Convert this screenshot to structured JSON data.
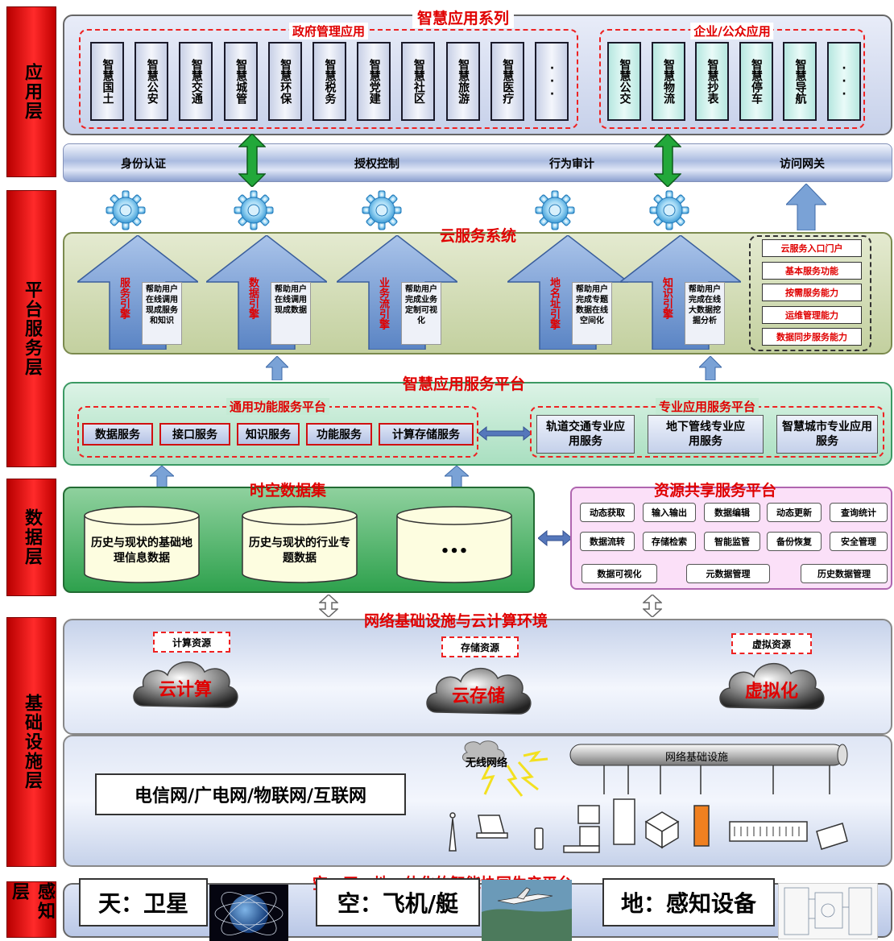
{
  "layers": {
    "app": "应用层",
    "platform": "平台服务层",
    "data": "数据层",
    "infra": "基础设施层",
    "sensing": "感知层"
  },
  "app_layer": {
    "title": "智慧应用系列",
    "gov_title": "政府管理应用",
    "gov_apps": [
      "智慧国土",
      "智慧公安",
      "智慧交通",
      "智慧城管",
      "智慧环保",
      "智慧税务",
      "智慧党建",
      "智慧社区",
      "智慧旅游",
      "智慧医疗",
      "···"
    ],
    "ent_title": "企业/公众应用",
    "ent_apps": [
      "智慧公交",
      "智慧物流",
      "智慧抄表",
      "智慧停车",
      "智慧导航",
      "···"
    ]
  },
  "access_bar": [
    "身份认证",
    "授权控制",
    "行为审计",
    "访问网关"
  ],
  "cloud_service": {
    "title": "云服务系统",
    "engines": [
      {
        "name": "服务引擎",
        "note": "帮助用户在线调用现成服务和知识"
      },
      {
        "name": "数据引擎",
        "note": "帮助用户在线调用现成数据"
      },
      {
        "name": "业务流引擎",
        "note": "帮助用户完成业务定制可视化"
      },
      {
        "name": "地名址引擎",
        "note": "帮助用户完成专题数据在线空间化"
      },
      {
        "name": "知识引擎",
        "note": "帮助用户完成在线大数据挖掘分析"
      }
    ],
    "capabilities": [
      "云服务入口门户",
      "基本服务功能",
      "按需服务能力",
      "运维管理能力",
      "数据同步服务能力"
    ]
  },
  "app_platform": {
    "title": "智慧应用服务平台",
    "general_title": "通用功能服务平台",
    "general": [
      "数据服务",
      "接口服务",
      "知识服务",
      "功能服务",
      "计算存储服务"
    ],
    "special_title": "专业应用服务平台",
    "special": [
      "轨道交通专业应用服务",
      "地下管线专业应用服务",
      "智慧城市专业应用服务"
    ]
  },
  "dataset": {
    "title": "时空数据集",
    "items": [
      "历史与现状的基础地理信息数据",
      "历史与现状的行业专题数据",
      "•••"
    ]
  },
  "resource_platform": {
    "title": "资源共享服务平台",
    "row1": [
      "动态获取",
      "输入输出",
      "数据编辑",
      "动态更新",
      "查询统计"
    ],
    "row2": [
      "数据流转",
      "存储检索",
      "智能监管",
      "备份恢复",
      "安全管理"
    ],
    "row3": [
      "数据可视化",
      "元数据管理",
      "历史数据管理"
    ]
  },
  "infrastructure": {
    "title": "网络基础设施与云计算环境",
    "resources": [
      {
        "label": "计算资源",
        "cloud": "云计算"
      },
      {
        "label": "存储资源",
        "cloud": "云存储"
      },
      {
        "label": "虚拟资源",
        "cloud": "虚拟化"
      }
    ],
    "networks": "电信网/广电网/物联网/互联网",
    "wireless": "无线网络",
    "net_infra": "网络基础设施"
  },
  "sensing": {
    "title": "空、天、地一体化的智能协同生产平台",
    "items": [
      "天：卫星",
      "空：飞机/艇",
      "地：感知设备"
    ]
  }
}
